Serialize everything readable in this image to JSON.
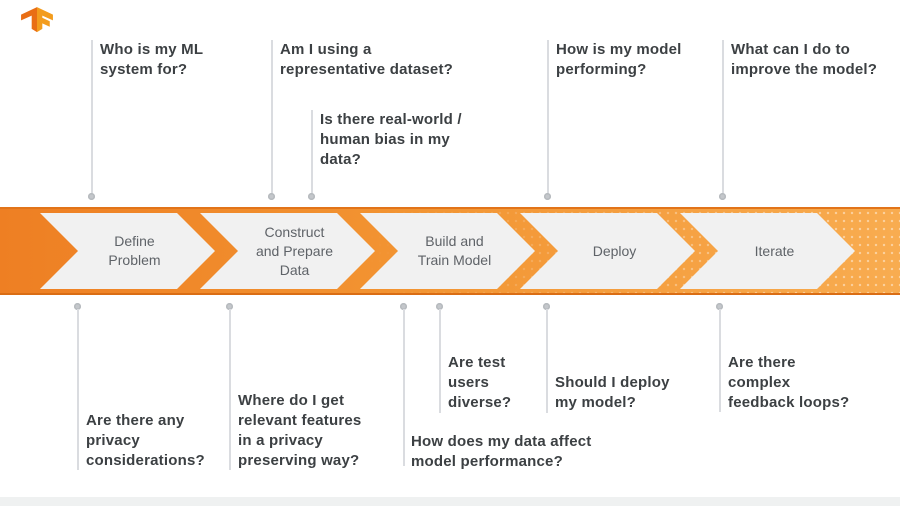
{
  "logo": {
    "icon": "tensorflow-logo"
  },
  "colors": {
    "band_gradient_start": "#EE7F23",
    "band_gradient_end": "#F8AC50",
    "band_border_top": "#E27419",
    "band_border_bottom": "#DA6D14",
    "chevron_fill": "#F1F1F1",
    "step_label_text": "#5F6368",
    "question_text": "#3C4043",
    "leader_line": "#DADCE0",
    "leader_dot": "#C4C7CB",
    "logo_left": "#E96E15",
    "logo_right": "#F39C1D"
  },
  "steps": [
    {
      "label": "Define\nProblem"
    },
    {
      "label": "Construct\nand Prepare\nData"
    },
    {
      "label": "Build and\nTrain Model"
    },
    {
      "label": "Deploy"
    },
    {
      "label": "Iterate"
    }
  ],
  "top_questions": [
    {
      "text": "Who is my ML\nsystem for?"
    },
    {
      "text": "Am I using a\nrepresentative dataset?"
    },
    {
      "text": "Is there real-world /\nhuman bias in my\ndata?"
    },
    {
      "text": "How is my model\nperforming?"
    },
    {
      "text": "What can I do to\nimprove the model?"
    }
  ],
  "bottom_questions": [
    {
      "text": "Are there any\nprivacy\nconsiderations?"
    },
    {
      "text": "Where do I get\nrelevant features\nin a privacy\npreserving way?"
    },
    {
      "text": "How does my data affect\nmodel performance?"
    },
    {
      "text": "Are test\nusers\ndiverse?"
    },
    {
      "text": "Should I deploy\nmy model?"
    },
    {
      "text": "Are there\ncomplex\nfeedback loops?"
    }
  ]
}
